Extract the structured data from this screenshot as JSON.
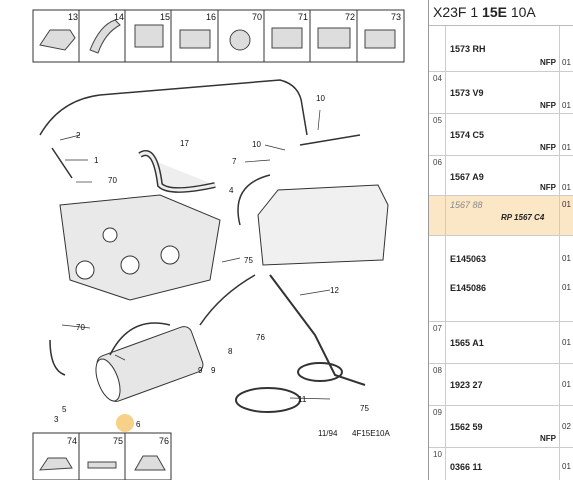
{
  "header": {
    "model": "X23F",
    "num": "1",
    "group": "15E",
    "sub": "10A"
  },
  "thumbs": [
    "13",
    "14",
    "15",
    "16",
    "70",
    "71",
    "72",
    "73"
  ],
  "bottom_thumbs": [
    "74",
    "75",
    "76"
  ],
  "callouts": {
    "c1": "1",
    "c2": "2",
    "c3": "3",
    "c4": "4",
    "c5": "5",
    "c6": "6",
    "c7": "7",
    "c8": "8",
    "c9": "9",
    "c10a": "10",
    "c10b": "10",
    "c11": "11",
    "c12": "12",
    "c17": "17",
    "c70a": "70",
    "c70b": "70",
    "c75a": "75",
    "c75b": "75",
    "c76": "76",
    "c9b": "9"
  },
  "ref_date": "11/94",
  "ref_code": "4F15E10A",
  "rows": [
    {
      "idx": "",
      "ref": "1573 RH",
      "note": "",
      "status": "NFP",
      "qty": "01"
    },
    {
      "idx": "04",
      "ref": "1573 V9",
      "note": "",
      "status": "NFP",
      "qty": "01"
    },
    {
      "idx": "05",
      "ref": "1574 C5",
      "note": "",
      "status": "NFP",
      "qty": "01"
    },
    {
      "idx": "06",
      "ref": "1567 A9",
      "note": "",
      "status": "NFP",
      "qty": "01"
    },
    {
      "idx": "",
      "ref": "1567 88",
      "note": "RP 1567 C4",
      "status": "",
      "qty": "01"
    },
    {
      "idx": "",
      "ref": "E145063",
      "note": "",
      "status": "",
      "qty": "01"
    },
    {
      "idx": "",
      "ref": "E145086",
      "note": "",
      "status": "",
      "qty": "01"
    },
    {
      "idx": "07",
      "ref": "1565 A1",
      "note": "",
      "status": "",
      "qty": "01"
    },
    {
      "idx": "08",
      "ref": "1923 27",
      "note": "",
      "status": "",
      "qty": "01"
    },
    {
      "idx": "09",
      "ref": "1562 59",
      "note": "",
      "status": "NFP",
      "qty": "02"
    },
    {
      "idx": "10",
      "ref": "0366 11",
      "note": "",
      "status": "",
      "qty": "01"
    }
  ]
}
